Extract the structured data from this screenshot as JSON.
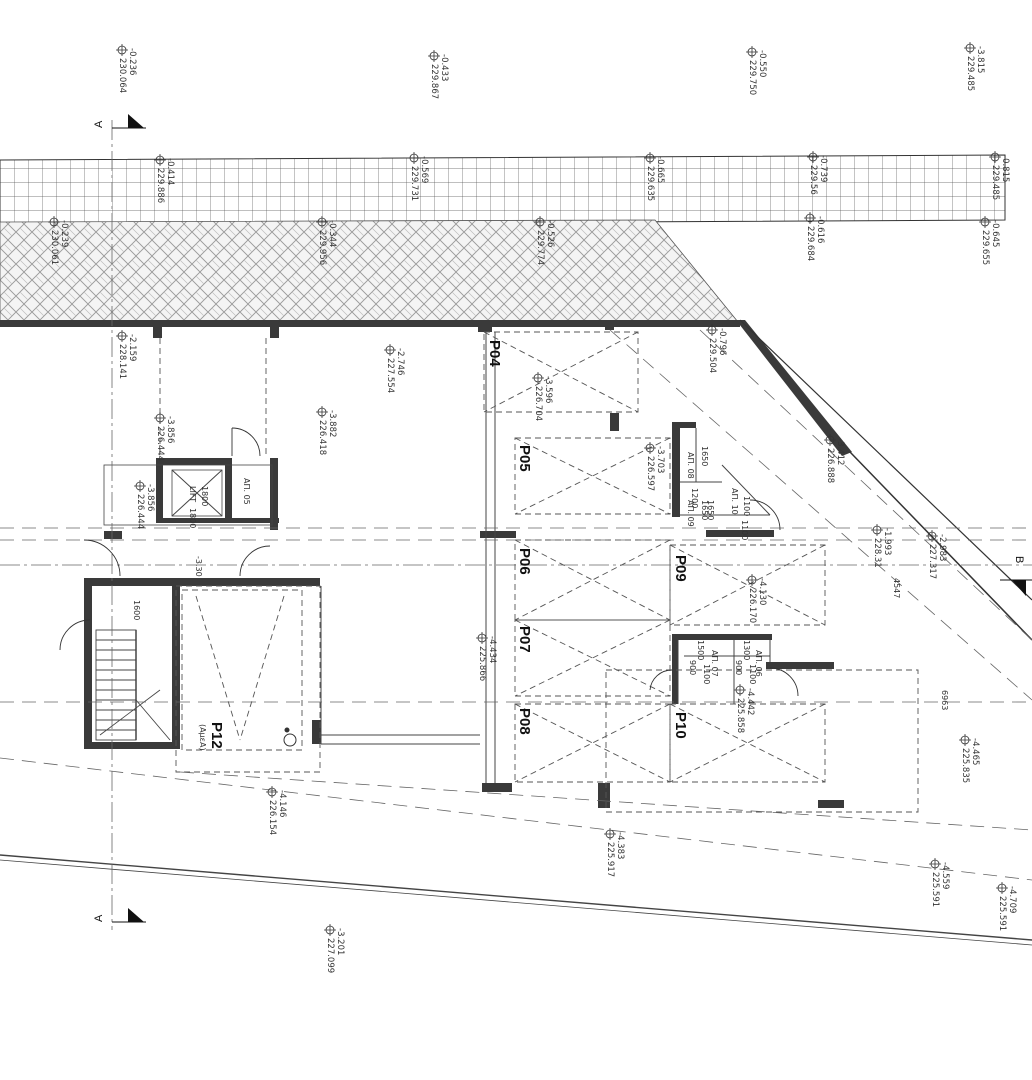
{
  "levels": [
    {
      "id": "lv1",
      "a": "-0.236",
      "b": "230.064"
    },
    {
      "id": "lv2",
      "a": "-0.433",
      "b": "229.867"
    },
    {
      "id": "lv3",
      "a": "-0.550",
      "b": "229.750"
    },
    {
      "id": "lv4",
      "a": "-3.815",
      "b": "229.485"
    },
    {
      "id": "lv5",
      "a": "-0.414",
      "b": "229.886"
    },
    {
      "id": "lv6",
      "a": "-0.569",
      "b": "229.731"
    },
    {
      "id": "lv7",
      "a": "-0.665",
      "b": "229.635"
    },
    {
      "id": "lv8",
      "a": "-0.739",
      "b": "229.56"
    },
    {
      "id": "lv9",
      "a": "-0.815",
      "b": "229.485"
    },
    {
      "id": "lv10",
      "a": "-0.239",
      "b": "230.061"
    },
    {
      "id": "lv11",
      "a": "-0.344",
      "b": "229.956"
    },
    {
      "id": "lv12",
      "a": "-0.526",
      "b": "229.774"
    },
    {
      "id": "lv13",
      "a": "-0.616",
      "b": "229.684"
    },
    {
      "id": "lv14",
      "a": "-0.645",
      "b": "229.655"
    },
    {
      "id": "lv15",
      "a": "-2.159",
      "b": "228.141"
    },
    {
      "id": "lv16",
      "a": "-2.746",
      "b": "227.554"
    },
    {
      "id": "lv17",
      "a": "-0.796",
      "b": "229.504"
    },
    {
      "id": "lv18",
      "a": "-3.882",
      "b": "226.418"
    },
    {
      "id": "lv19",
      "a": "-3.856",
      "b": "226.444"
    },
    {
      "id": "lv20",
      "a": "-3.856",
      "b": "226.444"
    },
    {
      "id": "lv21",
      "a": "-3.596",
      "b": "226.704"
    },
    {
      "id": "lv22",
      "a": "-3.703",
      "b": "226.597"
    },
    {
      "id": "lv23",
      "a": "-3.412",
      "b": "226.888"
    },
    {
      "id": "lv24",
      "a": "-1.993",
      "b": "228.31"
    },
    {
      "id": "lv25",
      "a": "-2.983",
      "b": "227.317"
    },
    {
      "id": "lv26",
      "a": "-4.130",
      "b": "226.170"
    },
    {
      "id": "lv27",
      "a": "-4.434",
      "b": "225.866"
    },
    {
      "id": "lv28",
      "a": "-4.442",
      "b": "225.858"
    },
    {
      "id": "lv29",
      "a": "-4.465",
      "b": "225.835"
    },
    {
      "id": "lv30",
      "a": "-4.146",
      "b": "226.154"
    },
    {
      "id": "lv31",
      "a": "-4.383",
      "b": "225.917"
    },
    {
      "id": "lv32",
      "a": "-4.559",
      "b": "225.591"
    },
    {
      "id": "lv33",
      "a": "-4.709",
      "b": "225.591"
    },
    {
      "id": "lv34",
      "a": "-3.201",
      "b": "227.099"
    }
  ],
  "parking": {
    "p04": "P04",
    "p05": "P05",
    "p06": "P06",
    "p07": "P07",
    "p08": "P08",
    "p09": "P09",
    "p10": "P10",
    "p12": "P12",
    "p12_sub": "(ΑμεΑ)"
  },
  "rooms": {
    "lift": "LIFT",
    "lift_dim1": "1800",
    "lift_dim2": "1800",
    "ap05": "ΑΠ. 05",
    "ap08": "ΑΠ. 08",
    "ap09": "ΑΠ. 09",
    "ap10": "ΑΠ. 10",
    "ap06": "ΑΠ. 06",
    "ap07": "ΑΠ. 07"
  },
  "dims": {
    "d1650a": "1650",
    "d1650b": "1650",
    "d1100a": "1100",
    "d1200": "1200",
    "d1100b": "1100",
    "d1650c": "1650",
    "d1600": "1600",
    "d4547": "4547",
    "d6963": "6963",
    "d1500": "1500",
    "d1300": "1300",
    "d900a": "900",
    "d900b": "900",
    "d1100c": "1100",
    "d1100d": "1100",
    "lvl_stair": "-3.30"
  },
  "sections": {
    "a_top": "A",
    "a_bottom": "A",
    "b_right": "B"
  },
  "colors": {
    "wall": "#3a3a3a",
    "line": "#444444",
    "hatch": "#9a9a9a",
    "dash": "#555555"
  }
}
